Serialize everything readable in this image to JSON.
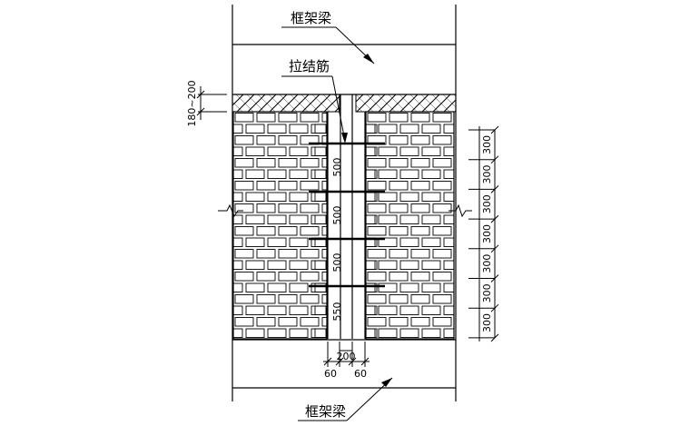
{
  "labels": {
    "top_beam": "框架梁",
    "tie_bar": "拉结筋",
    "bottom_beam": "框架梁"
  },
  "dimensions": {
    "top_gap": "180~200",
    "tie_spacing": [
      "500",
      "500",
      "500",
      "550"
    ],
    "course_heights": [
      "300",
      "300",
      "300",
      "300",
      "300",
      "300",
      "300"
    ],
    "gap_width": "200",
    "side_left": "60",
    "side_right": "60"
  }
}
